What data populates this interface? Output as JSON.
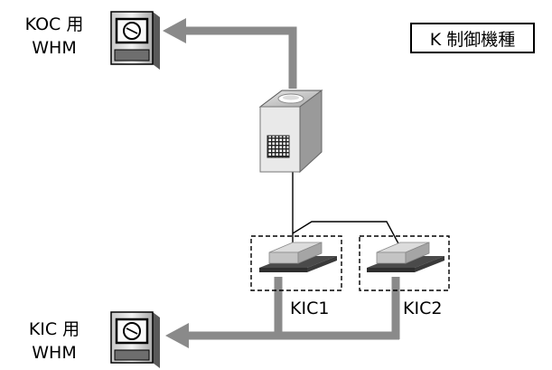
{
  "title": "K 制御機種",
  "meters": {
    "koc": {
      "line1": "KOC 用",
      "line2": "WHM"
    },
    "kic": {
      "line1": "KIC 用",
      "line2": "WHM"
    }
  },
  "indoor_units": [
    {
      "label": "KIC1"
    },
    {
      "label": "KIC2"
    }
  ],
  "icons": {
    "meter": "watt-hour-meter-icon",
    "outdoor_unit": "outdoor-unit-icon",
    "indoor_unit": "indoor-unit-icon"
  }
}
